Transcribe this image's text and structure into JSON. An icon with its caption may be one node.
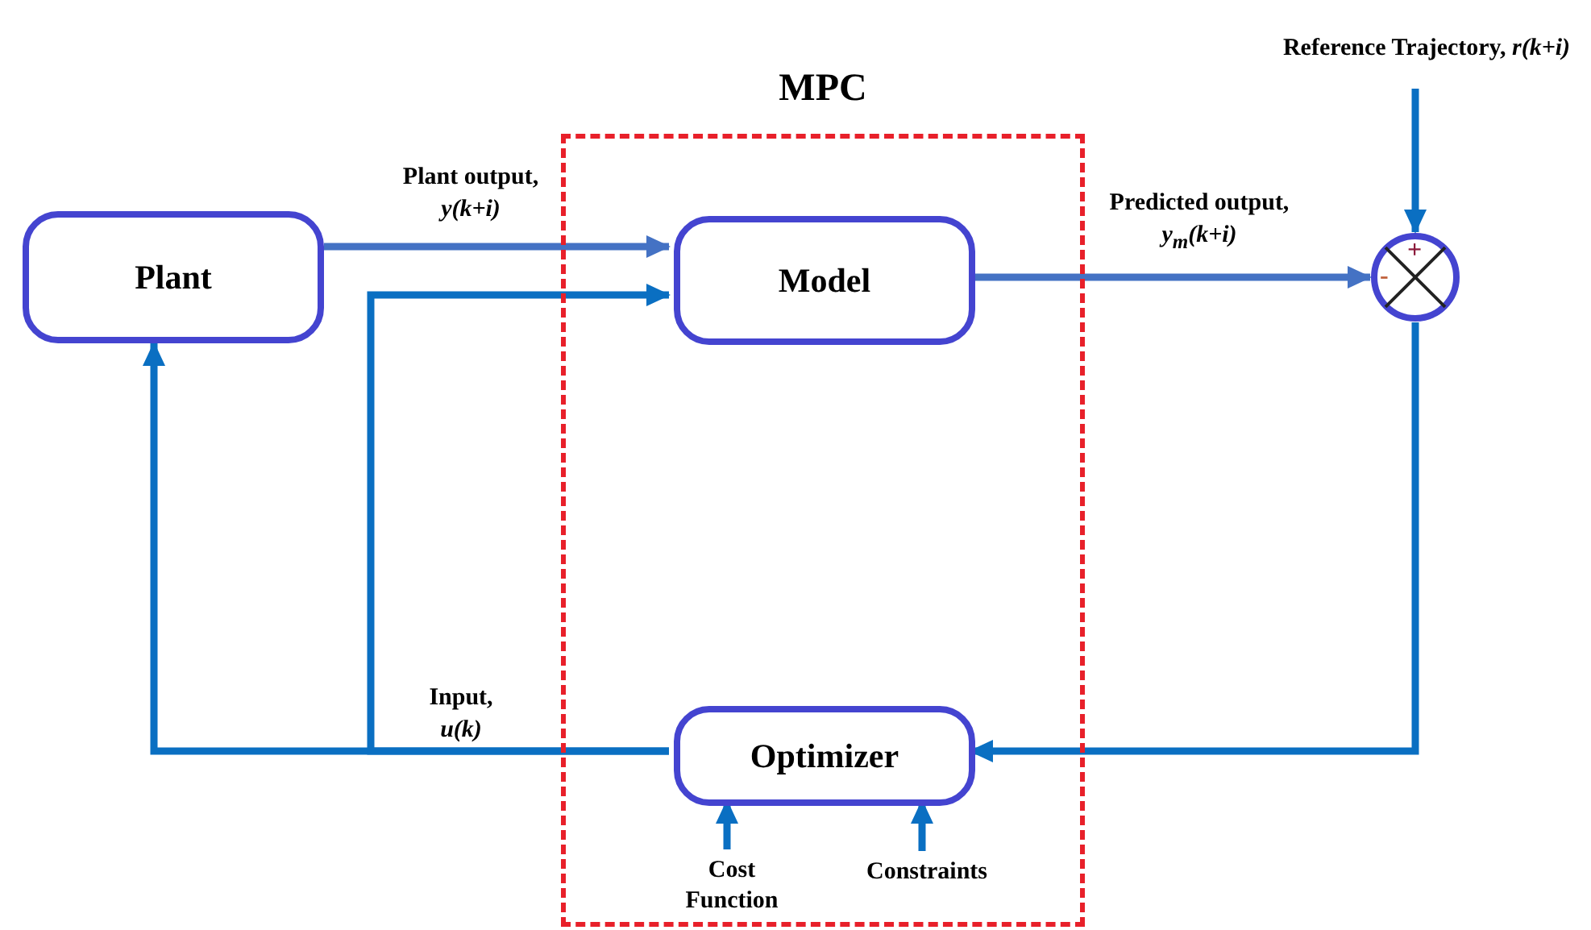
{
  "diagram": {
    "nodes": [
      {
        "text": [
          "MPC"
        ]
      },
      {
        "text": [
          "Plant"
        ]
      },
      {
        "text": [
          "Model"
        ],
        "in": 0
      },
      {
        "text": [
          "Optimizer"
        ],
        "in": 0
      },
      {
        "text": [
          "+",
          "-"
        ]
      },
      {
        "text": [
          "Reference Trajectory, *r(k+i)*"
        ]
      },
      {
        "text": [
          "Cost Function"
        ],
        "in": 0
      },
      {
        "text": [
          "Constraints"
        ],
        "in": 0
      }
    ],
    "edges": [
      {
        "from": 1,
        "to": 2,
        "arrow": "to",
        "label": "Plant output, *y(k+i)*",
        "color": "#4472c4"
      },
      {
        "from": 3,
        "to": 1,
        "arrow": "to",
        "label": "Input, *u(k)*"
      },
      {
        "from": 3,
        "to": 2,
        "arrow": "to"
      },
      {
        "from": 2,
        "to": 4,
        "arrow": "to",
        "label": "Predicted output, *y$_{m}$(k+i)*",
        "color": "#4472c4"
      },
      {
        "from": 5,
        "to": 4,
        "arrow": "to"
      },
      {
        "from": 4,
        "to": 3,
        "arrow": "to"
      },
      {
        "from": 6,
        "to": 3,
        "arrow": "to"
      },
      {
        "from": 7,
        "to": 3,
        "arrow": "to"
      }
    ]
  }
}
